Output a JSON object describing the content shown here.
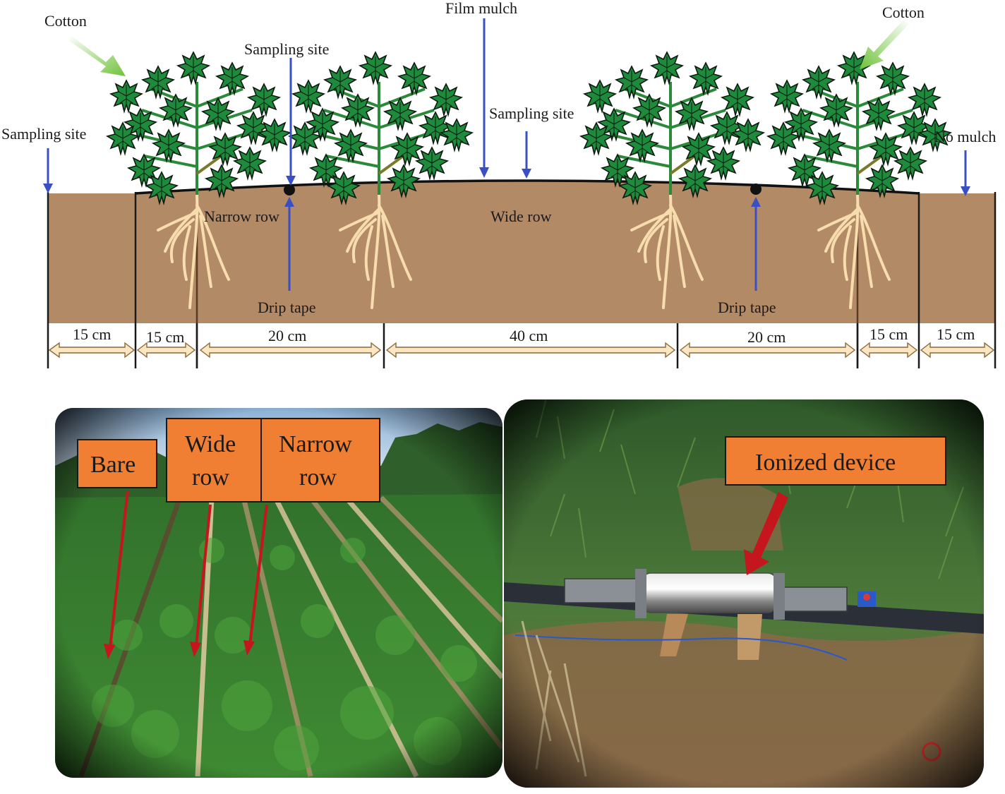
{
  "diagram": {
    "labels": {
      "cotton_left": "Cotton",
      "cotton_right": "Cotton",
      "film_mulch": "Film mulch",
      "sampling_site_left": "Sampling site",
      "sampling_site_top": "Sampling site",
      "sampling_site_middle": "Sampling site",
      "no_mulch": "No mulch",
      "narrow_row": "Narrow row",
      "wide_row": "Wide row",
      "drip_tape_left": "Drip tape",
      "drip_tape_right": "Drip tape"
    },
    "dimensions": [
      "15 cm",
      "15 cm",
      "20 cm",
      "40 cm",
      "20 cm",
      "15 cm",
      "15 cm"
    ]
  },
  "photos": {
    "field": {
      "callouts": [
        {
          "line1": "Bare",
          "line2": ""
        },
        {
          "line1": "Wide",
          "line2": "row"
        },
        {
          "line1": "Narrow",
          "line2": "row"
        }
      ]
    },
    "device": {
      "callout": "Ionized device"
    }
  },
  "colors": {
    "soil": "#b38a66",
    "leaf": "#1e8a3c",
    "stem": "#2a8a3a",
    "root": "#f7dcae",
    "arrow_blue": "#3a4fc4",
    "callout_orange": "#f07f33",
    "pointer_red": "#c4161c",
    "dim_arrow_fill": "#fbe6c4"
  }
}
